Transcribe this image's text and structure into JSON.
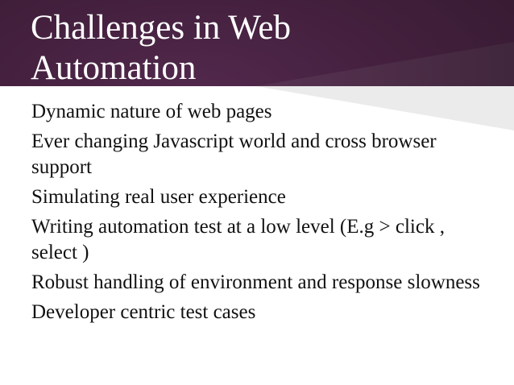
{
  "slide": {
    "title_line1": "Challenges in Web",
    "title_line2": "Automation",
    "bullets": [
      "Dynamic nature of web pages",
      "Ever changing Javascript world and cross browser support",
      "Simulating real user experience",
      "Writing automation test at a low level (E.g > click , select )",
      "Robust handling of environment and response slowness",
      "Developer centric test cases"
    ]
  },
  "colors": {
    "header_dark": "#351a31",
    "header_mid": "#4a2345",
    "header_light_triangle": "#5a3555",
    "gray_triangle": "#ebebeb",
    "title_text": "#ffffff",
    "body_text": "#111111",
    "background": "#ffffff"
  }
}
